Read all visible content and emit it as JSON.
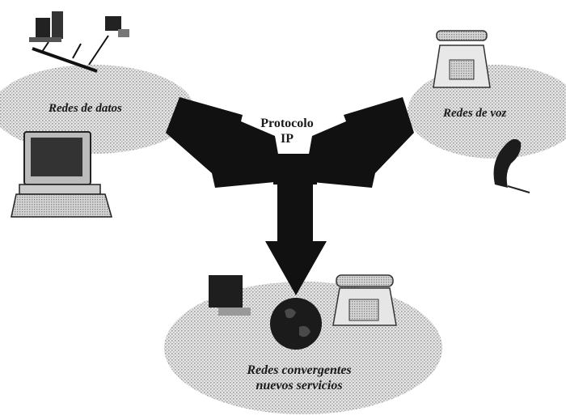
{
  "labels": {
    "data_networks": "Redes de datos",
    "voice_networks": "Redes de voz",
    "protocol_line1": "Protocolo",
    "protocol_line2": "IP",
    "converged_line1": "Redes convergentes",
    "converged_line2": "nuevos servicios"
  },
  "icons": [
    "network-pcs-icon",
    "desktop-computer-icon",
    "telephone-icon",
    "handset-icon",
    "globe-icon",
    "monitor-icon",
    "phone-icon"
  ],
  "colors": {
    "arrow": "#111111",
    "cloud": "#cfcfcf",
    "text": "#1a1a1a"
  }
}
